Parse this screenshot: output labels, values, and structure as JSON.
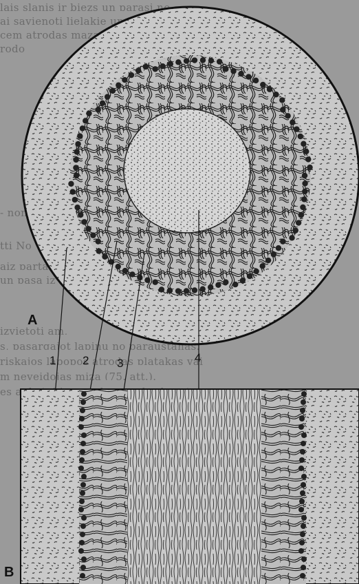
{
  "figure": {
    "panel_a_label": "A",
    "panel_b_label": "B",
    "callouts": [
      "1",
      "2",
      "3",
      "4"
    ]
  },
  "background_text": [
    "lais slanis ir biezs un parasi no",
    "ai savienoti lielakie un nerieslie",
    "cem atrodas maza izvie-",
    "rodo",
    "- nona",
    "tti No",
    "aiz parta",
    "un pasa iz las",
    "izvietoti am,",
    "s, pasargajot lapinu no paraustanas.",
    "riskajos lapopos atrodas platakas vai",
    "m neveidojas miza (75. att.).",
    "es ankatei ir neredesama barbazets"
  ],
  "colors": {
    "page": "#9a9a9a",
    "ink": "#1a1a1a",
    "paper_light": "#cfcfcf"
  }
}
